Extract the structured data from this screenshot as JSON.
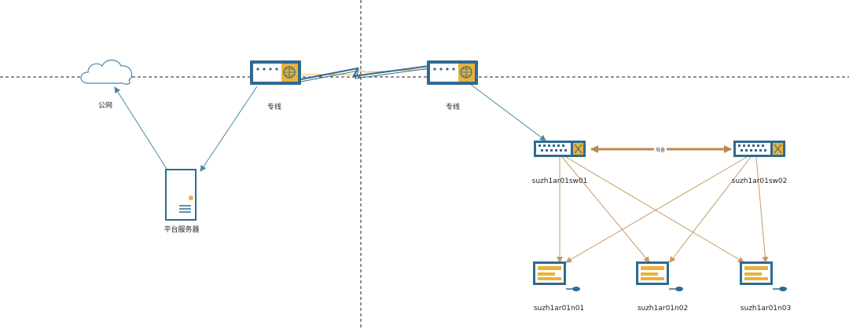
{
  "labels": {
    "internet": "公网",
    "router_left": "专线",
    "router_right": "专线",
    "server": "平台服务器",
    "switch_1": "suzh1ar01sw01",
    "switch_2": "suzh1ar01sw02",
    "stack_link": "堆叠",
    "node_1": "suzh1ar01n01",
    "node_2": "suzh1ar01n02",
    "node_3": "suzh1ar01n03"
  },
  "colors": {
    "device_blue": "#2f6a91",
    "device_orange": "#e8b33a",
    "line_blue": "#4a87a8",
    "line_tan": "#c79a63",
    "stack_brown": "#b98a4a",
    "divider": "#222222"
  }
}
